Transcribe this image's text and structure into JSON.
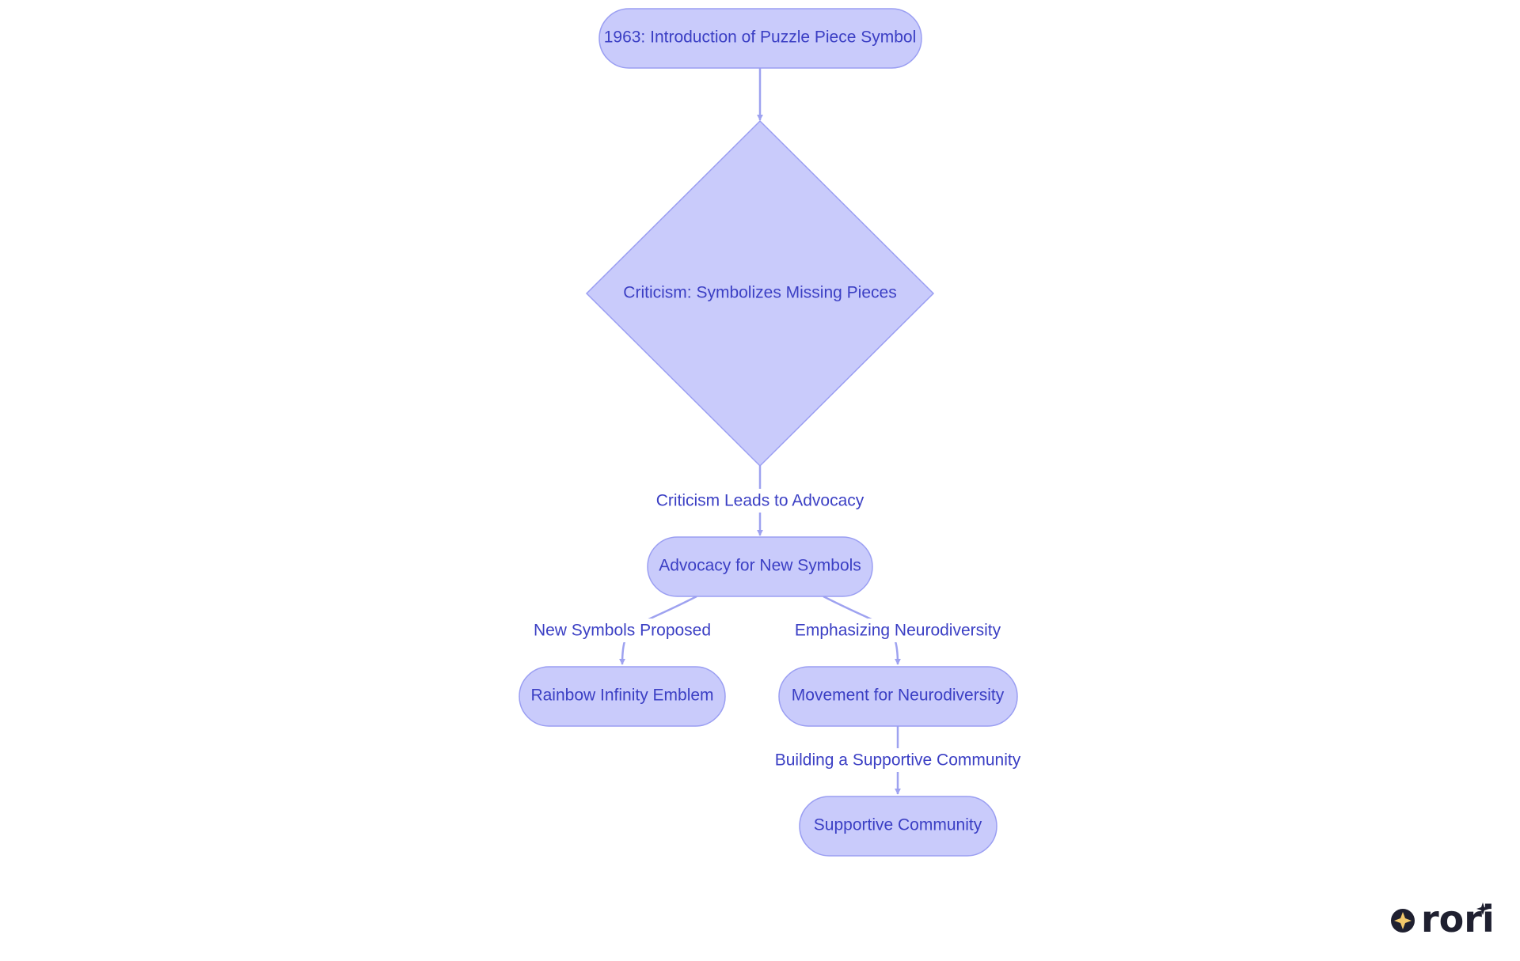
{
  "colors": {
    "node_fill": "#c9cbfb",
    "node_stroke": "#9a9ef2",
    "edge": "#9ea2f0",
    "text": "#3b3fc4",
    "logo": "#1f2030",
    "logo_star": "#f3c96b"
  },
  "nodes": {
    "intro": {
      "label": "1963: Introduction of Puzzle Piece Symbol"
    },
    "criticism": {
      "label": "Criticism: Symbolizes Missing Pieces"
    },
    "advocacy": {
      "label": "Advocacy for New Symbols"
    },
    "rainbow": {
      "label": "Rainbow Infinity Emblem"
    },
    "movement": {
      "label": "Movement for Neurodiversity"
    },
    "community": {
      "label": "Supportive Community"
    }
  },
  "edges": {
    "criticism_advocacy": {
      "label": "Criticism Leads to Advocacy"
    },
    "advocacy_rainbow": {
      "label": "New Symbols Proposed"
    },
    "advocacy_movement": {
      "label": "Emphasizing Neurodiversity"
    },
    "movement_community": {
      "label": "Building a Supportive Community"
    }
  },
  "logo": {
    "icon": "four-point-star-icon",
    "text": "rori"
  }
}
